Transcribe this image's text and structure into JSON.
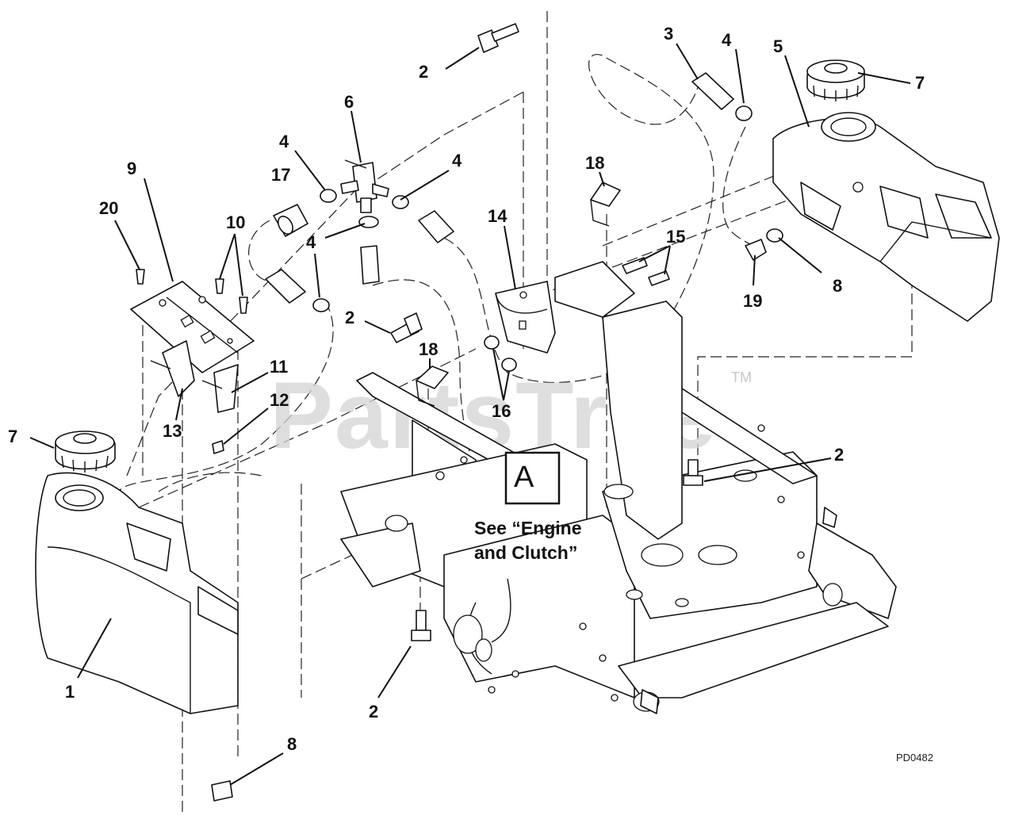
{
  "diagram": {
    "callouts": [
      {
        "id": "c-2-top",
        "label": "2"
      },
      {
        "id": "c-3",
        "label": "3"
      },
      {
        "id": "c-4-top",
        "label": "4"
      },
      {
        "id": "c-5",
        "label": "5"
      },
      {
        "id": "c-7-right",
        "label": "7"
      },
      {
        "id": "c-6",
        "label": "6"
      },
      {
        "id": "c-4-left",
        "label": "4"
      },
      {
        "id": "c-4-mid",
        "label": "4"
      },
      {
        "id": "c-18-top",
        "label": "18"
      },
      {
        "id": "c-9",
        "label": "9"
      },
      {
        "id": "c-17",
        "label": "17"
      },
      {
        "id": "c-20",
        "label": "20"
      },
      {
        "id": "c-10",
        "label": "10"
      },
      {
        "id": "c-14",
        "label": "14"
      },
      {
        "id": "c-15",
        "label": "15"
      },
      {
        "id": "c-4-low",
        "label": "4"
      },
      {
        "id": "c-19",
        "label": "19"
      },
      {
        "id": "c-8-right",
        "label": "8"
      },
      {
        "id": "c-2-mid",
        "label": "2"
      },
      {
        "id": "c-18-mid",
        "label": "18"
      },
      {
        "id": "c-11",
        "label": "11"
      },
      {
        "id": "c-12",
        "label": "12"
      },
      {
        "id": "c-16",
        "label": "16"
      },
      {
        "id": "c-13",
        "label": "13"
      },
      {
        "id": "c-7-left",
        "label": "7"
      },
      {
        "id": "c-2-right",
        "label": "2"
      },
      {
        "id": "c-1",
        "label": "1"
      },
      {
        "id": "c-2-bottom",
        "label": "2"
      },
      {
        "id": "c-8-bottom",
        "label": "8"
      }
    ],
    "reference_box": {
      "label": "A"
    },
    "note": {
      "line1": "See “Engine",
      "line2": "and Clutch”"
    },
    "watermark": {
      "text": "PartsTree",
      "trademark": "TM"
    },
    "drawing_code": "PD0482"
  }
}
